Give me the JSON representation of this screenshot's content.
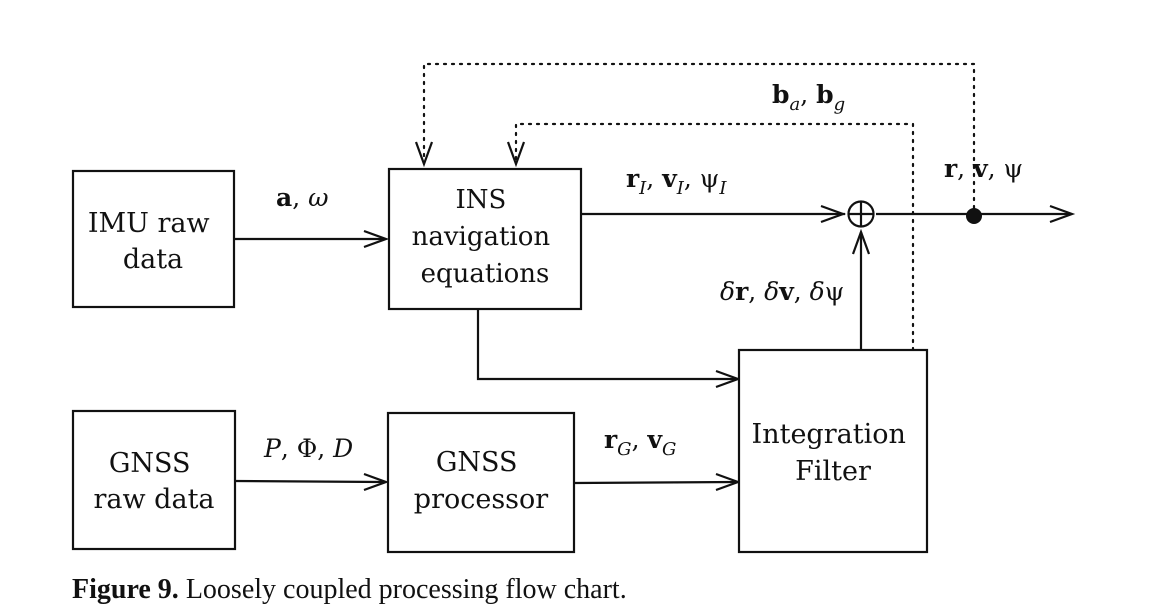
{
  "boxes": {
    "imu": [
      "IMU raw",
      "data"
    ],
    "ins": [
      "INS",
      "navigation",
      "equations"
    ],
    "gnss_raw": [
      "GNSS",
      "raw data"
    ],
    "gnss_proc": [
      "GNSS",
      "processor"
    ],
    "filter": [
      "Integration",
      "Filter"
    ]
  },
  "signals": {
    "imu_to_ins": [
      {
        "t": "a",
        "b": true
      },
      {
        "t": ",  "
      },
      {
        "t": "ω",
        "i": true
      }
    ],
    "ins_out": [
      {
        "t": "r",
        "b": true
      },
      {
        "t": "I",
        "i": true,
        "sub": true
      },
      {
        "t": ", "
      },
      {
        "t": "v",
        "b": true
      },
      {
        "t": "I",
        "i": true,
        "sub": true
      },
      {
        "t": ", "
      },
      {
        "t": "ψ"
      },
      {
        "t": "I",
        "i": true,
        "sub": true
      }
    ],
    "biases": [
      {
        "t": "b",
        "b": true
      },
      {
        "t": "a",
        "i": true,
        "sub": true
      },
      {
        "t": ", "
      },
      {
        "t": "b",
        "b": true
      },
      {
        "t": "g",
        "i": true,
        "sub": true
      }
    ],
    "corrected_out": [
      {
        "t": "r",
        "b": true
      },
      {
        "t": ", "
      },
      {
        "t": "v",
        "b": true
      },
      {
        "t": ", "
      },
      {
        "t": "ψ"
      }
    ],
    "corrections": [
      {
        "t": "δ",
        "i": true
      },
      {
        "t": "r",
        "b": true
      },
      {
        "t": ", "
      },
      {
        "t": "δ",
        "i": true
      },
      {
        "t": "v",
        "b": true
      },
      {
        "t": ", "
      },
      {
        "t": "δ",
        "i": true
      },
      {
        "t": "ψ"
      }
    ],
    "gnss_obs": [
      {
        "t": "P",
        "i": true
      },
      {
        "t": ",  "
      },
      {
        "t": "Φ"
      },
      {
        "t": ",  "
      },
      {
        "t": "D",
        "i": true
      }
    ],
    "gnss_out": [
      {
        "t": "r",
        "b": true
      },
      {
        "t": "G",
        "i": true,
        "sub": true
      },
      {
        "t": ", "
      },
      {
        "t": "v",
        "b": true
      },
      {
        "t": "G",
        "i": true,
        "sub": true
      }
    ]
  },
  "caption": {
    "label": "Figure 9.",
    "text": " Loosely coupled processing flow chart."
  }
}
